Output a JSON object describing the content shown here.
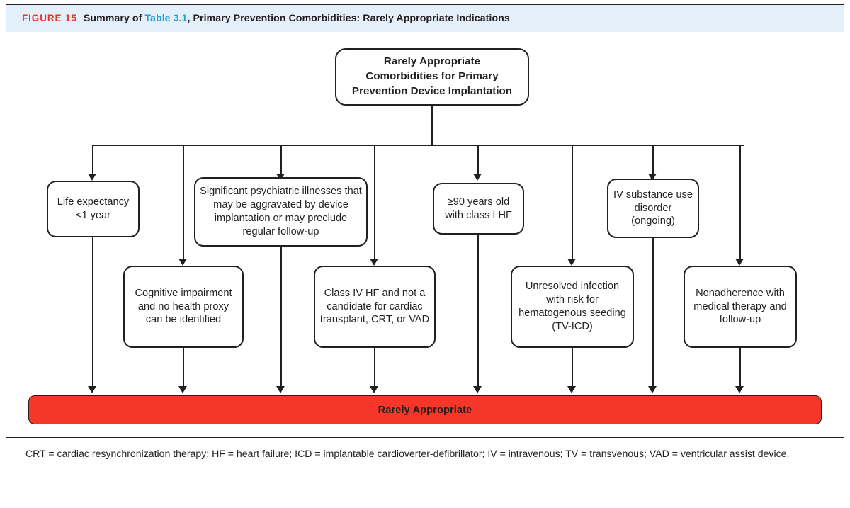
{
  "figure": {
    "label": "FIGURE 15",
    "title_before": "Summary of ",
    "title_ref": "Table 3.1",
    "title_after": ", Primary Prevention Comorbidities: Rarely Appropriate Indications",
    "accent_red": "#ED3124",
    "accent_blue": "#2A9FD6",
    "band_background": "#E3F0FA",
    "result_bar_color": "#F5372A",
    "line_color": "#231F20"
  },
  "chart_data": {
    "type": "diagram",
    "title": "Rarely Appropriate Comorbidities for Primary Prevention Device Implantation",
    "root": "Rarely Appropriate Comorbidities for Primary Prevention Device Implantation",
    "branches": [
      "Life expectancy <1 year",
      "Cognitive impairment and no health proxy can be identified",
      "Significant psychiatric illnesses that may be aggravated by device implantation or may preclude regular follow-up",
      "Class IV HF and not a candidate for cardiac transplant, CRT, or VAD",
      "≥90 years old with class I HF",
      "Unresolved infection with risk for hematogenous seeding (TV-ICD)",
      "IV substance use disorder (ongoing)",
      "Nonadherence with medical therapy and follow-up"
    ],
    "outcome": "Rarely Appropriate"
  },
  "root_node": {
    "line1": "Rarely Appropriate",
    "line2": "Comorbidities for Primary",
    "line3": "Prevention Device Implantation"
  },
  "nodes": {
    "life_expectancy": "Life expectancy <1 year",
    "psychiatric": "Significant psychiatric illnesses that may be aggravated by device implantation or may preclude regular follow-up",
    "age_90": "≥90 years old with class I HF",
    "iv_substance": "IV substance use disorder (ongoing)",
    "cognitive": "Cognitive impairment and no health proxy can be identified",
    "class_iv_hf": "Class IV HF and not a candidate for cardiac transplant, CRT, or VAD",
    "unresolved_infection": "Unresolved infection with risk for hematogenous seeding (TV-ICD)",
    "nonadherence": "Nonadherence with medical therapy and follow-up"
  },
  "result": {
    "label": "Rarely Appropriate"
  },
  "footnote": {
    "text": "CRT = cardiac resynchronization therapy; HF = heart failure; ICD = implantable cardioverter-defibrillator; IV = intravenous; TV = transvenous; VAD = ventricular assist device."
  }
}
